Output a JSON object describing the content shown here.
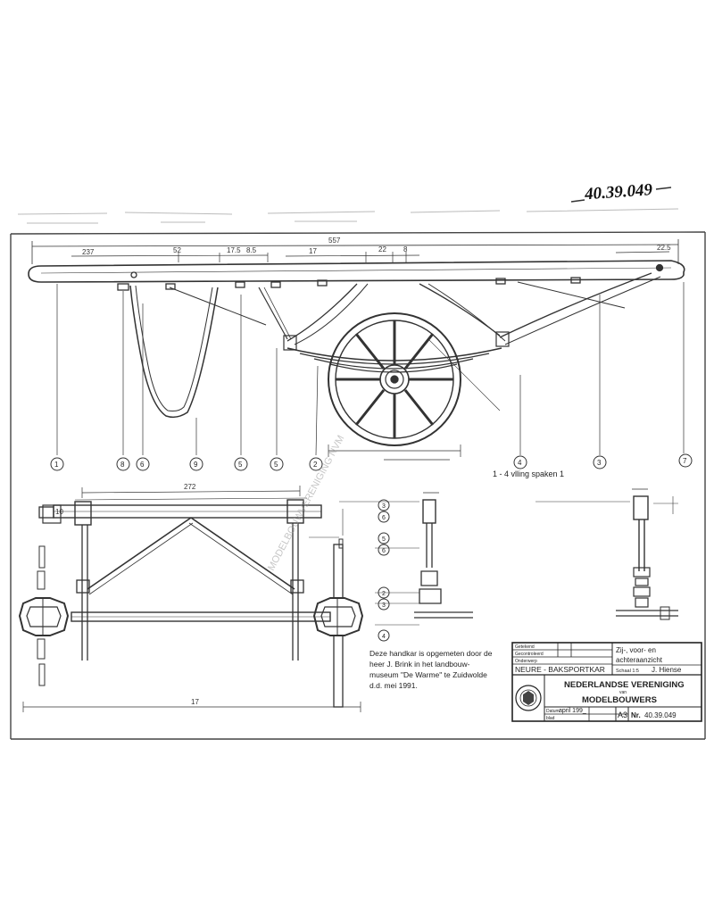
{
  "drawing_number_handwritten": "40.39.049",
  "dimensions_top": {
    "overall": "557",
    "a": "237",
    "b": "52",
    "c": "17.5",
    "d": "8.5",
    "e": "17",
    "f": "22",
    "g": "8",
    "h": "22.5"
  },
  "part_callouts": [
    "1",
    "8",
    "6",
    "9",
    "5",
    "5",
    "2",
    "4",
    "3",
    "7"
  ],
  "spoke_label": "1 - 4 vlling spaken 1",
  "side_callouts": [
    "3",
    "6",
    "5",
    "6",
    "2",
    "3",
    "4"
  ],
  "bottom_dims": {
    "axle_width": "272",
    "overall_width": "17",
    "side_height": "10"
  },
  "note_lines": [
    "Deze handkar is opgemeten door de",
    "heer J. Brink in het landbouw-",
    "museum \"De Warme\" te Zuidwolde",
    "d.d. mei 1991."
  ],
  "title_block": {
    "label_drawn": "Getekend",
    "label_checked": "Gecontroleerd",
    "label_name": "Onderwerp",
    "subject": "NEURE - BAKSPORTKAR",
    "view_title_1": "Zij-, voor- en",
    "view_title_2": "achteraanzicht",
    "scale_label": "Schaal 1:5",
    "drawn_by": "J. Hiense",
    "association_line1": "NEDERLANDSE VERENIGING",
    "association_van": "van",
    "association_line2": "MODELBOUWERS",
    "date_label": "Datum",
    "date_value": "april 199_",
    "sheet_label": "blad",
    "format": "A3",
    "number_label": "Nr.",
    "number": "40.39.049"
  },
  "watermark": "MODELBOUWVERENIGING NVM"
}
